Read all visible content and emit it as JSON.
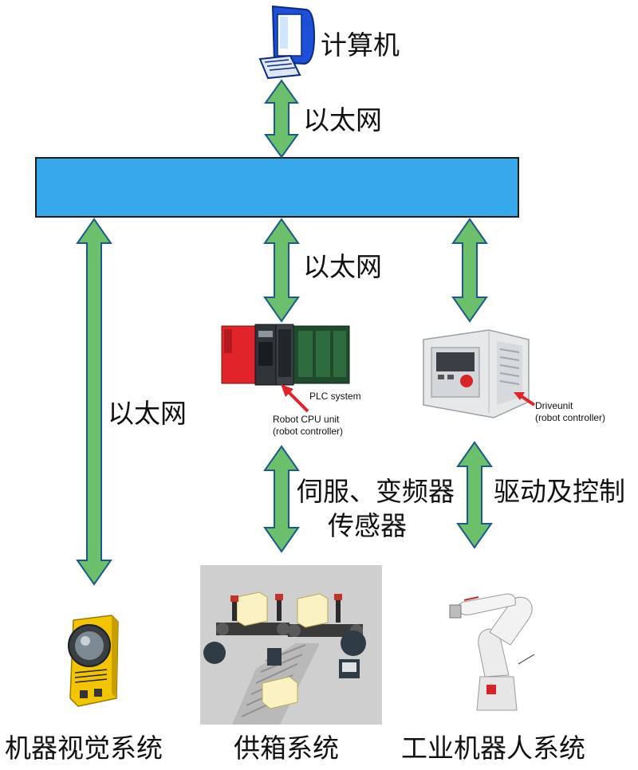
{
  "top": {
    "computer_label": "计算机"
  },
  "links": {
    "computer_to_bus": "以太网",
    "plc_to_bus": "以太网",
    "vision_to_bus": "以太网",
    "plc_to_conveyor": "伺服、变频器",
    "plc_to_conveyor_line2": "传感器",
    "driveunit_to_robot": "驱动及控制"
  },
  "plc": {
    "system_label": "PLC system",
    "cpu_label": "Robot CPU unit",
    "cpu_sublabel": "(robot controller)"
  },
  "driveunit": {
    "label": "Driveunit",
    "sublabel": "(robot controller)"
  },
  "bottom": {
    "vision": "机器视觉系统",
    "conveyor": "供箱系统",
    "robot": "工业机器人系统"
  },
  "colors": {
    "bus": "#36a9ea",
    "arrow_fill": "#6cc06c",
    "arrow_stroke": "#1d5a8a",
    "plc_red": "#e0242a",
    "camera_yellow": "#f2c500"
  }
}
